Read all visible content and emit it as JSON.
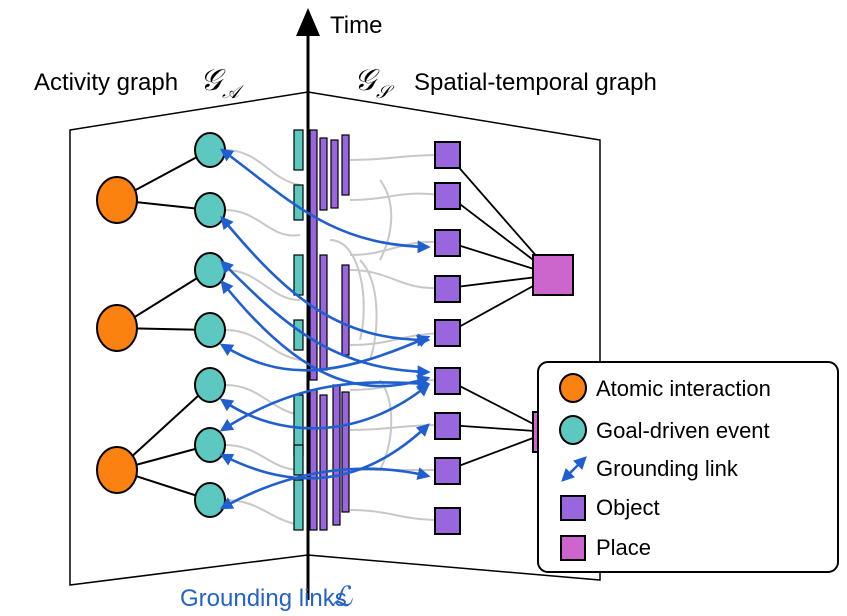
{
  "labels": {
    "time": "Time",
    "activity_graph": "Activity graph",
    "activity_symbol": "𝒢",
    "activity_subscript": "𝒜",
    "spatial_symbol": "𝒢",
    "spatial_subscript": "𝒮",
    "spatial_graph": "Spatial-temporal graph",
    "grounding_links": "Grounding links",
    "grounding_symbol": "ℒ"
  },
  "legend": {
    "items": [
      {
        "shape": "ellipse",
        "color": "#fb8110",
        "label": "Atomic interaction"
      },
      {
        "shape": "ellipse",
        "color": "#5cc8c0",
        "label": "Goal-driven event"
      },
      {
        "shape": "arrow",
        "color": "#1f5fcf",
        "label": "Grounding link"
      },
      {
        "shape": "square",
        "color": "#9966dd",
        "label": "Object"
      },
      {
        "shape": "square",
        "color": "#cc66cc",
        "label": "Place"
      }
    ]
  },
  "colors": {
    "atomic": "#fb8110",
    "event": "#5cc8c0",
    "object": "#9966dd",
    "place": "#cc66cc",
    "grounding": "#1f5fcf",
    "background_links": "#c8c8c8",
    "stroke": "#000000",
    "grounding_label": "#2563c7"
  }
}
